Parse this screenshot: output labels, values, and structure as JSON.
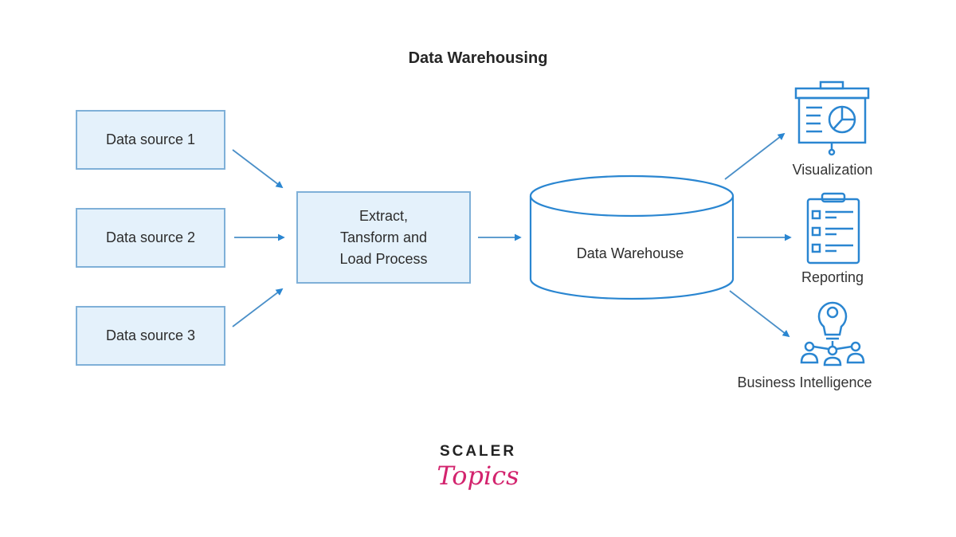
{
  "title": "Data Warehousing",
  "sources": [
    {
      "label": "Data source 1"
    },
    {
      "label": "Data source 2"
    },
    {
      "label": "Data source 3"
    }
  ],
  "etl": {
    "line1": "Extract,",
    "line2": "Tansform and",
    "line3": "Load Process"
  },
  "warehouse": {
    "label": "Data Warehouse"
  },
  "outputs": [
    {
      "label": "Visualization",
      "icon": "presentation-chart-icon"
    },
    {
      "label": "Reporting",
      "icon": "clipboard-checklist-icon"
    },
    {
      "label": "Business Intelligence",
      "icon": "lightbulb-team-icon"
    }
  ],
  "logo": {
    "top": "SCALER",
    "bottom": "Topics"
  },
  "colors": {
    "accent": "#2a86d1",
    "box_fill": "#e4f1fb",
    "box_border": "#7fb0d8",
    "logo_pink": "#d3246e"
  }
}
